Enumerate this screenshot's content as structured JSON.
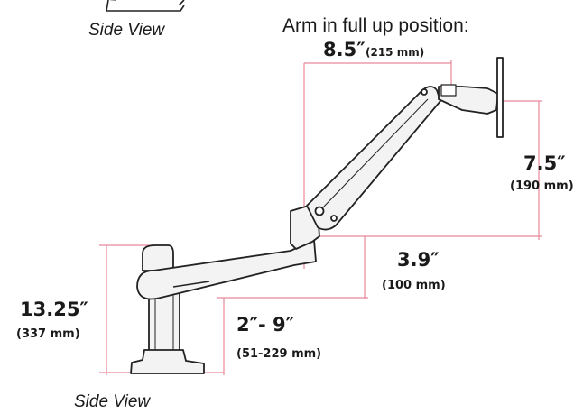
{
  "captions": {
    "top_side_view": "Side View",
    "bottom_side_view": "Side View",
    "arm_position": "Arm in full up position:"
  },
  "dimensions": {
    "reach": {
      "value": "8.5″",
      "metric": "(215 mm)"
    },
    "monitor_height": {
      "value": "7.5″",
      "metric": "(190 mm)"
    },
    "arm_offset": {
      "value": "3.9″",
      "metric": "(100 mm)"
    },
    "pole_height": {
      "value": "13.25″",
      "metric": "(337 mm)"
    },
    "clamp_range": {
      "value": "2″- 9″",
      "metric": "(51-229 mm)"
    }
  },
  "colors": {
    "dimension_line": "#e8899a",
    "text": "#1a1a1a",
    "outline": "#222222",
    "arm_fill": "#f3f3f3"
  }
}
